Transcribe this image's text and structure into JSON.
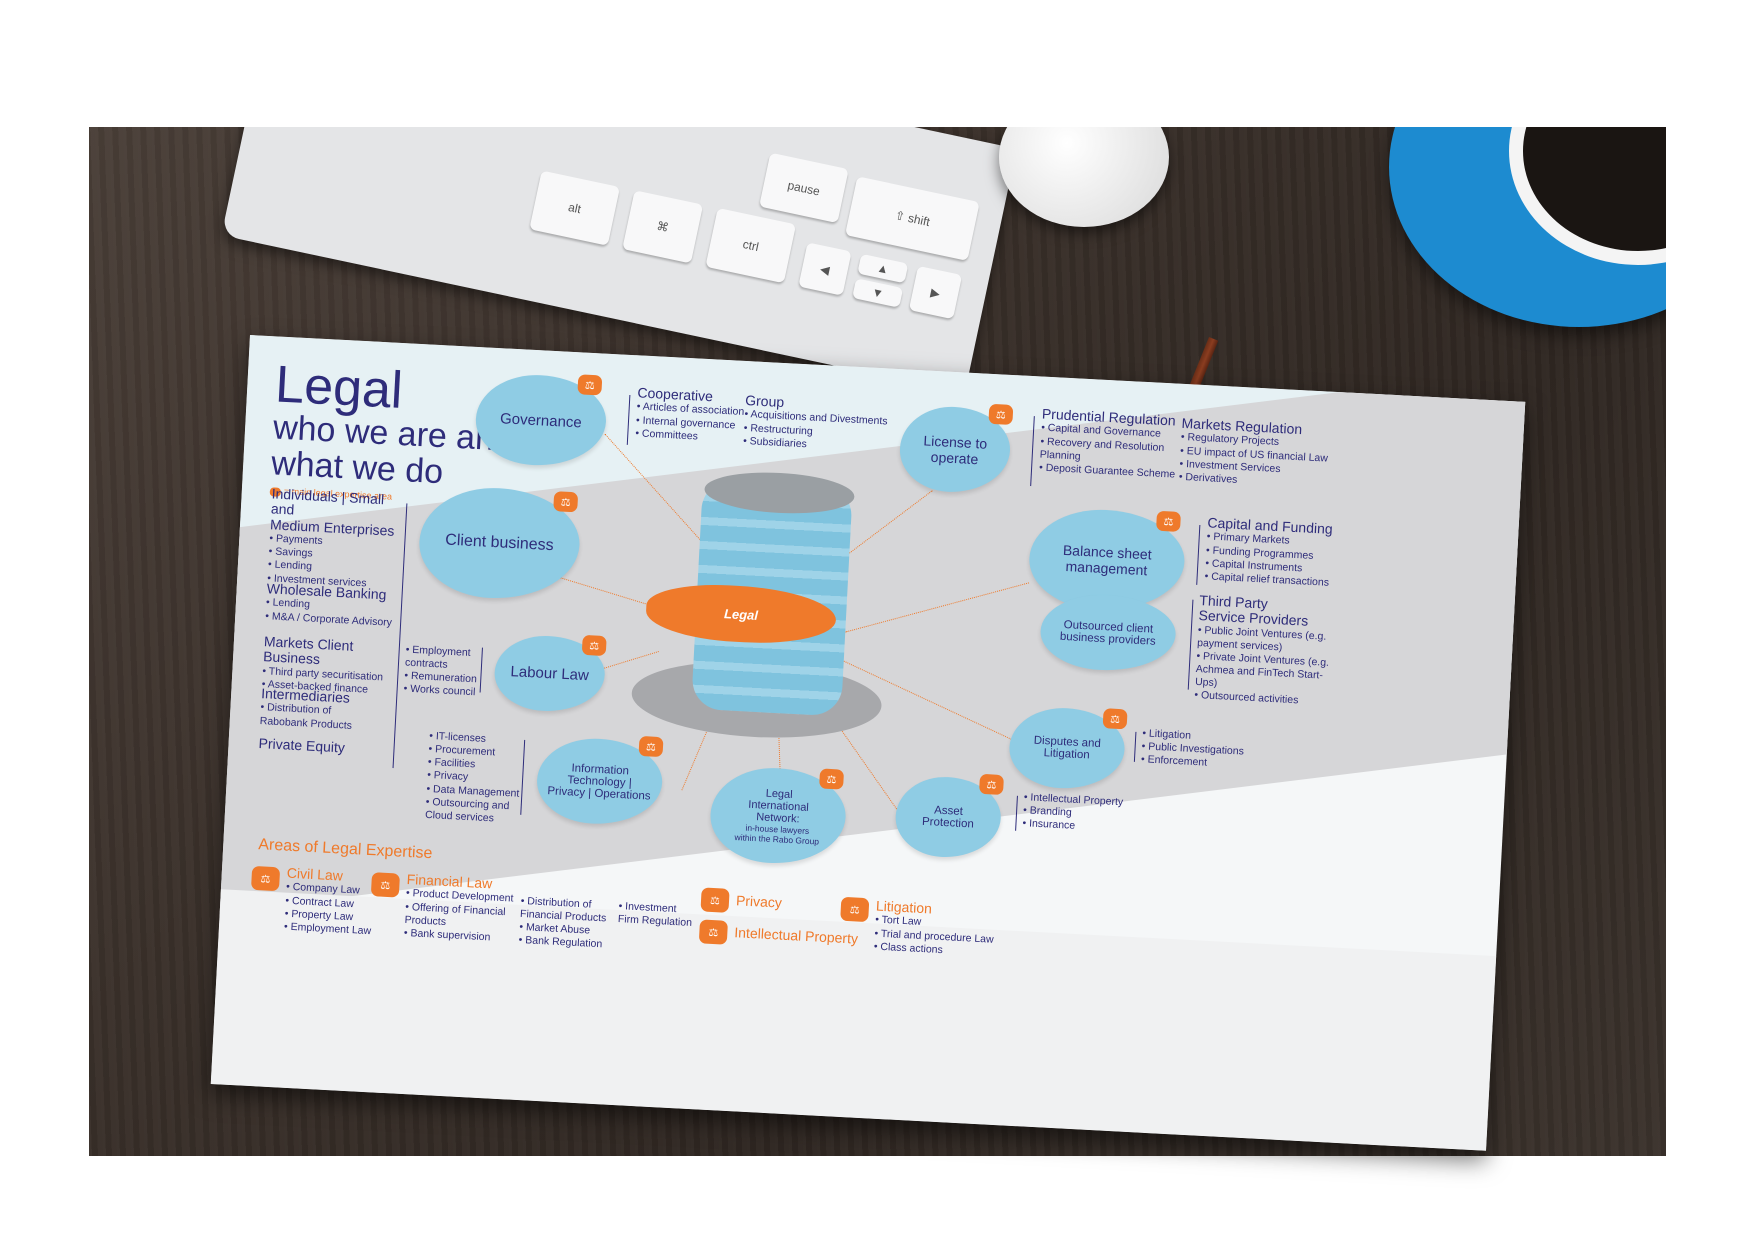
{
  "keyboard": {
    "keys": [
      "alt",
      "⌘",
      "ctrl",
      "◀",
      "▲",
      "▼",
      "▶",
      "⇧ shift",
      "pause"
    ]
  },
  "poster": {
    "title": "Legal",
    "subtitle_line1": "who we are and",
    "subtitle_line2": "what we do",
    "legend": "= main legal expertise area",
    "center_label": "Legal",
    "nodes": {
      "governance": "Governance",
      "license": [
        "License to",
        "operate"
      ],
      "client_business": "Client business",
      "balance_sheet": [
        "Balance sheet",
        "management"
      ],
      "outsourced": [
        "Outsourced client",
        "business providers"
      ],
      "labour_law": "Labour Law",
      "disputes": [
        "Disputes and",
        "Litigation"
      ],
      "it": [
        "Information",
        "Technology |",
        "Privacy | Operations"
      ],
      "lin": [
        "Legal",
        "International",
        "Network:"
      ],
      "lin_sub": [
        "in-house lawyers",
        "within the Rabo Group"
      ],
      "asset": [
        "Asset",
        "Protection"
      ]
    },
    "cooperative": {
      "heading": "Cooperative",
      "items": [
        "Articles of association",
        "Internal governance",
        "Committees"
      ]
    },
    "group": {
      "heading": "Group",
      "items": [
        "Acquisitions and Divestments",
        "Restructuring",
        "Subsidiaries"
      ]
    },
    "prudential": {
      "heading": "Prudential Regulation",
      "items": [
        "Capital and Governance",
        "Recovery and Resolution Planning",
        "Deposit Guarantee Scheme"
      ]
    },
    "markets_reg": {
      "heading": "Markets Regulation",
      "items": [
        "Regulatory Projects",
        "EU impact of US financial Law",
        "Investment Services",
        "Derivatives"
      ]
    },
    "capital_funding": {
      "heading": "Capital and Funding",
      "items": [
        "Primary Markets",
        "Funding Programmes",
        "Capital Instruments",
        "Capital relief transactions"
      ]
    },
    "third_party": {
      "heading": [
        "Third Party",
        "Service Providers"
      ],
      "items": [
        "Public Joint Ventures (e.g. payment services)",
        "Private Joint Ventures (e.g. Achmea and FinTech Start-Ups)",
        "Outsourced activities"
      ]
    },
    "individuals": {
      "heading": [
        "Individuals | Small and",
        "Medium Enterprises"
      ],
      "items": [
        "Payments",
        "Savings",
        "Lending",
        "Investment services"
      ]
    },
    "wholesale": {
      "heading": "Wholesale Banking",
      "items": [
        "Lending",
        "M&A / Corporate Advisory"
      ]
    },
    "markets_client": {
      "heading": "Markets Client Business",
      "items": [
        "Third party securitisation",
        "Asset-backed finance"
      ]
    },
    "intermediaries": {
      "heading": "Intermediaries",
      "items": [
        "Distribution of Rabobank Products"
      ]
    },
    "private_equity": {
      "heading": "Private Equity"
    },
    "labour_items": [
      "Employment contracts",
      "Remuneration",
      "Works council"
    ],
    "it_items": [
      "IT-licenses",
      "Procurement",
      "Facilities",
      "Privacy",
      "Data Management",
      "Outsourcing and Cloud services"
    ],
    "disputes_items": [
      "Litigation",
      "Public Investigations",
      "Enforcement"
    ],
    "asset_items": [
      "Intellectual Property",
      "Branding",
      "Insurance"
    ],
    "areas": {
      "title": "Areas of Legal Expertise",
      "civil": {
        "heading": "Civil Law",
        "items": [
          "Company Law",
          "Contract Law",
          "Property Law",
          "Employment Law"
        ]
      },
      "financial": {
        "heading": "Financial Law",
        "items": [
          "Product Development",
          "Offering of Financial Products",
          "Bank supervision"
        ]
      },
      "financial2": {
        "items": [
          "Distribution of Financial Products",
          "Market Abuse",
          "Bank Regulation"
        ]
      },
      "financial3": {
        "items": [
          "Investment Firm Regulation"
        ]
      },
      "privacy": "Privacy",
      "ip": "Intellectual Property",
      "litigation": {
        "heading": "Litigation",
        "items": [
          "Tort Law",
          "Trial and procedure Law",
          "Class actions"
        ]
      }
    }
  },
  "colors": {
    "navy": "#2e2c7a",
    "orange": "#ef7a2b",
    "blob": "#8fcce4",
    "wood": "#3a302a",
    "cup": "#1d8bd0"
  },
  "icons": [
    "scales-icon"
  ]
}
